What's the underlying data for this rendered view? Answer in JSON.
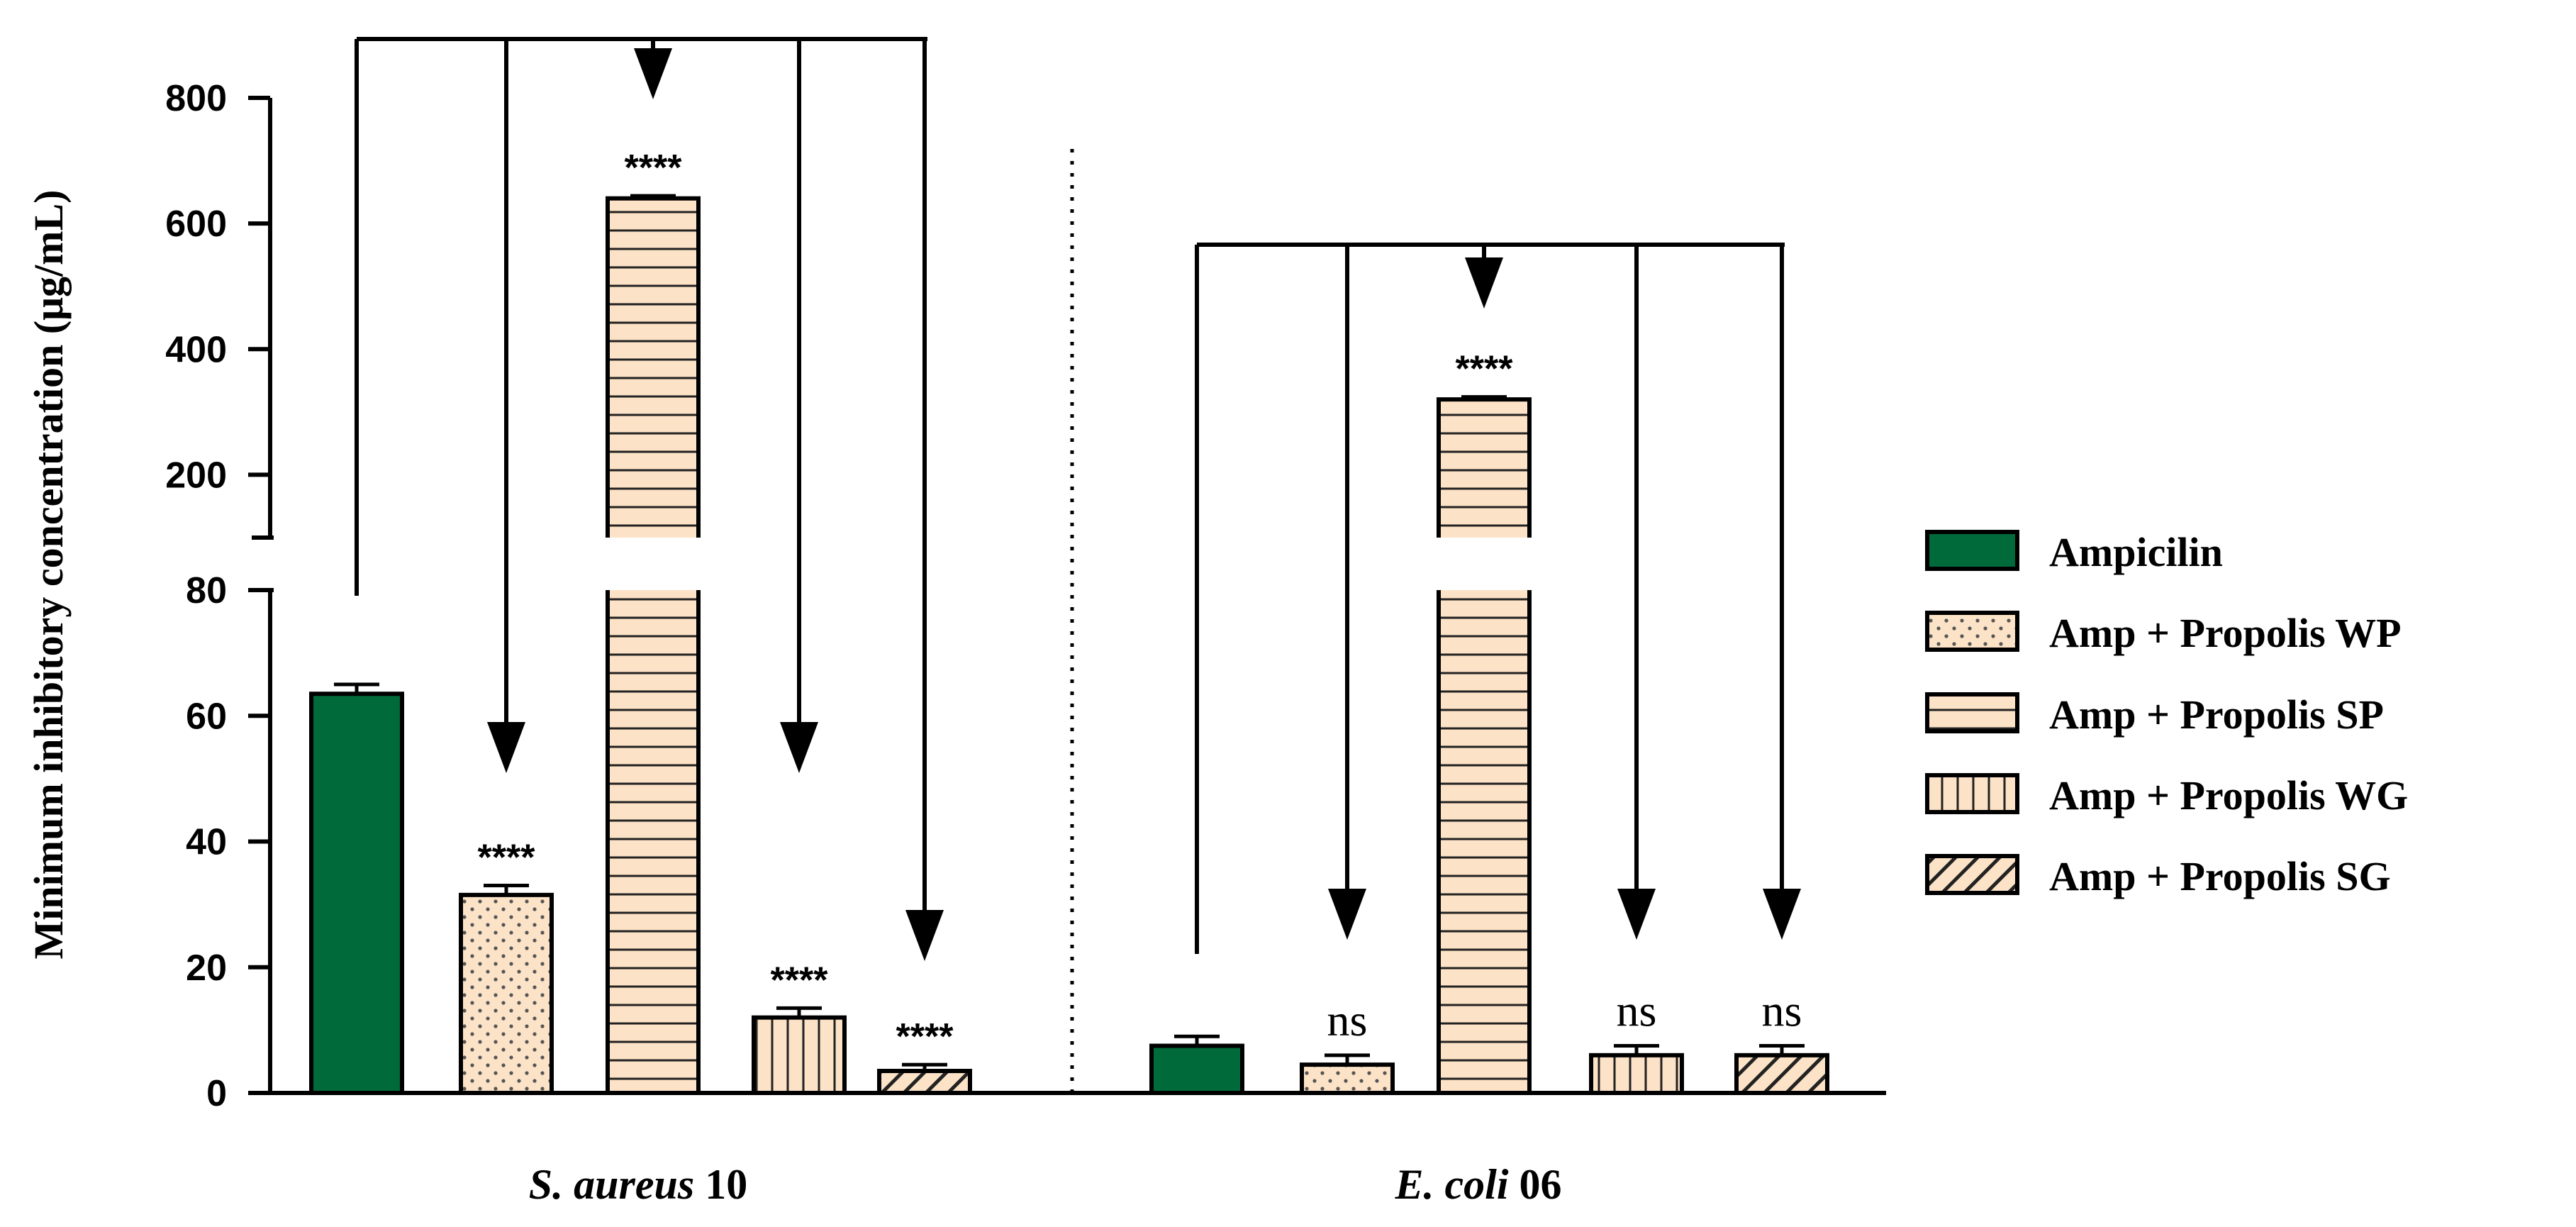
{
  "chart_data": {
    "type": "bar",
    "ylabel": "Minimum inhibitory concentration (μg/mL)",
    "axis_break": {
      "lower": [
        0,
        80
      ],
      "upper": [
        100,
        800
      ]
    },
    "yticks_lower": [
      "0",
      "20",
      "40",
      "60",
      "80"
    ],
    "yticks_upper": [
      "200",
      "400",
      "600",
      "800"
    ],
    "groups": [
      {
        "label_italic": "S. aureus",
        "label_rest": " 10"
      },
      {
        "label_italic": "E. coli",
        "label_rest": " 06"
      }
    ],
    "series": [
      {
        "name": "Ampicilin",
        "pattern": "solid",
        "color": "#006A3A",
        "values": [
          63.5,
          7.5
        ],
        "errors": [
          1.5,
          1.5
        ],
        "sig": [
          "",
          ""
        ]
      },
      {
        "name": "Amp + Propolis WP",
        "pattern": "dots",
        "color": "#FCE2C6",
        "values": [
          31.5,
          4.5
        ],
        "errors": [
          1.5,
          1.5
        ],
        "sig": [
          "****",
          "ns"
        ]
      },
      {
        "name": "Amp + Propolis SP",
        "pattern": "hlines",
        "color": "#FCE2C6",
        "values": [
          640,
          320
        ],
        "errors": [
          4,
          4
        ],
        "sig": [
          "****",
          "****"
        ]
      },
      {
        "name": "Amp + Propolis WG",
        "pattern": "vlines",
        "color": "#FCE2C6",
        "values": [
          12,
          6
        ],
        "errors": [
          1.5,
          1.5
        ],
        "sig": [
          "****",
          "ns"
        ]
      },
      {
        "name": "Amp + Propolis SG",
        "pattern": "diag",
        "color": "#FCE2C6",
        "values": [
          3.5,
          6
        ],
        "errors": [
          1,
          1.5
        ],
        "sig": [
          "****",
          "ns"
        ]
      }
    ],
    "legend_position": "right",
    "grid": false
  }
}
